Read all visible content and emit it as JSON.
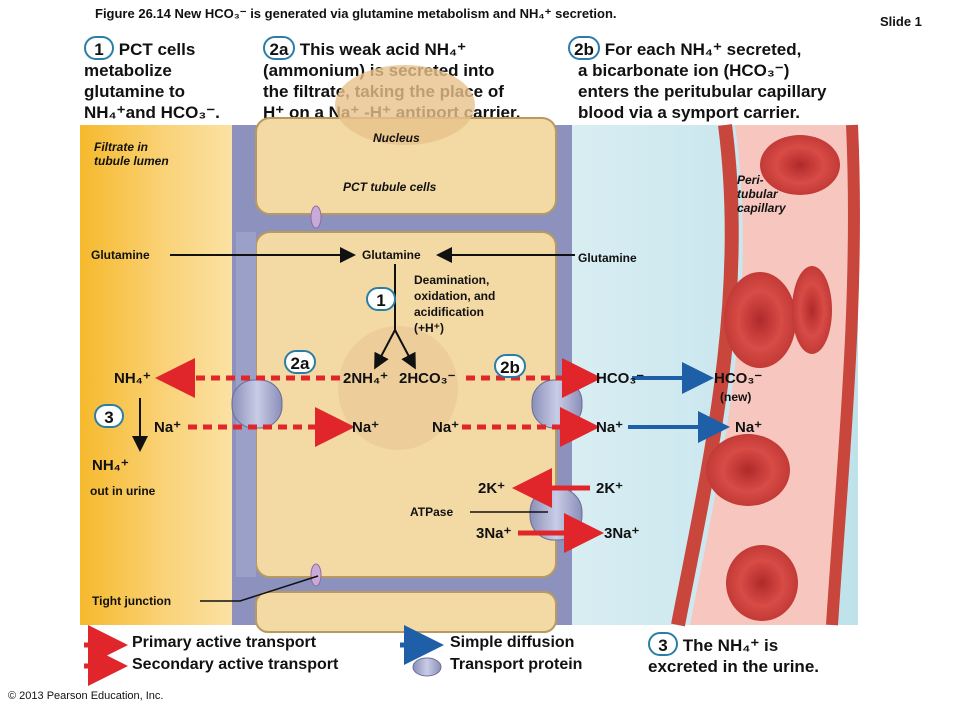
{
  "header": {
    "figure_title": "Figure 26.14 New HCO₃⁻ is generated via glutamine metabolism and NH₄⁺ secretion.",
    "slide": "Slide 1"
  },
  "steps": {
    "s1": {
      "badge": "1",
      "line1": "PCT cells",
      "line2": "metabolize",
      "line3": "glutamine to",
      "line4": "NH₄⁺and HCO₃⁻."
    },
    "s2a": {
      "badge": "2a",
      "line1": "This weak acid NH₄⁺",
      "line2": "(ammonium) is secreted into",
      "line3": "the filtrate, taking the place of",
      "line4": "H⁺ on a Na⁺ -H⁺ antiport carrier."
    },
    "s2b": {
      "badge": "2b",
      "line1": "For each NH₄⁺ secreted,",
      "line2": "a bicarbonate ion (HCO₃⁻)",
      "line3": "enters the peritubular capillary",
      "line4": "blood via a symport carrier."
    },
    "s3": {
      "badge": "3",
      "line1": "The NH₄⁺ is",
      "line2": "excreted in the urine."
    }
  },
  "labels": {
    "filtrate": "Filtrate in",
    "filtrate2": "tubule lumen",
    "nucleus": "Nucleus",
    "pct_cells": "PCT tubule cells",
    "capillary1": "Peri-",
    "capillary2": "tubular",
    "capillary3": "capillary",
    "glut_lumen": "Glutamine",
    "glut_cell": "Glutamine",
    "glut_blood": "Glutamine",
    "deam1": "Deamination,",
    "deam2": "oxidation, and",
    "deam3": "acidification",
    "deam4": "(+H⁺)",
    "atpase": "ATPase",
    "tight_junction": "Tight junction",
    "out_in_urine": "out in urine",
    "new": "(new)"
  },
  "chem": {
    "nh4_lumen": "NH₄⁺",
    "nh4_cell": "2NH₄⁺",
    "hco3_cell": "2HCO₃⁻",
    "hco3_right": "HCO₃⁻",
    "hco3_blood": "HCO₃⁻",
    "na_lumen": "Na⁺",
    "na_cell_left": "Na⁺",
    "na_cell_right": "Na⁺",
    "na_right": "Na⁺",
    "na_blood": "Na⁺",
    "nh4_urine": "NH₄⁺",
    "k_cell": "2K⁺",
    "k_right": "2K⁺",
    "na3_cell": "3Na⁺",
    "na3_right": "3Na⁺"
  },
  "diagram_badges": {
    "b1": "1",
    "b2a": "2a",
    "b2b": "2b",
    "b3": "3"
  },
  "legend": {
    "primary": "Primary active transport",
    "secondary": "Secondary active transport",
    "simple": "Simple diffusion",
    "protein": "Transport protein"
  },
  "footer": {
    "copyright": "© 2013 Pearson Education, Inc."
  },
  "colors": {
    "primary_red": "#e0262b",
    "simple_blue": "#1f5fa8",
    "badge_border": "#2a7ea6",
    "lumen_yellow": "#f7c84a",
    "cell_tan": "#f3d9a4",
    "capillary_red": "#c8463c"
  }
}
